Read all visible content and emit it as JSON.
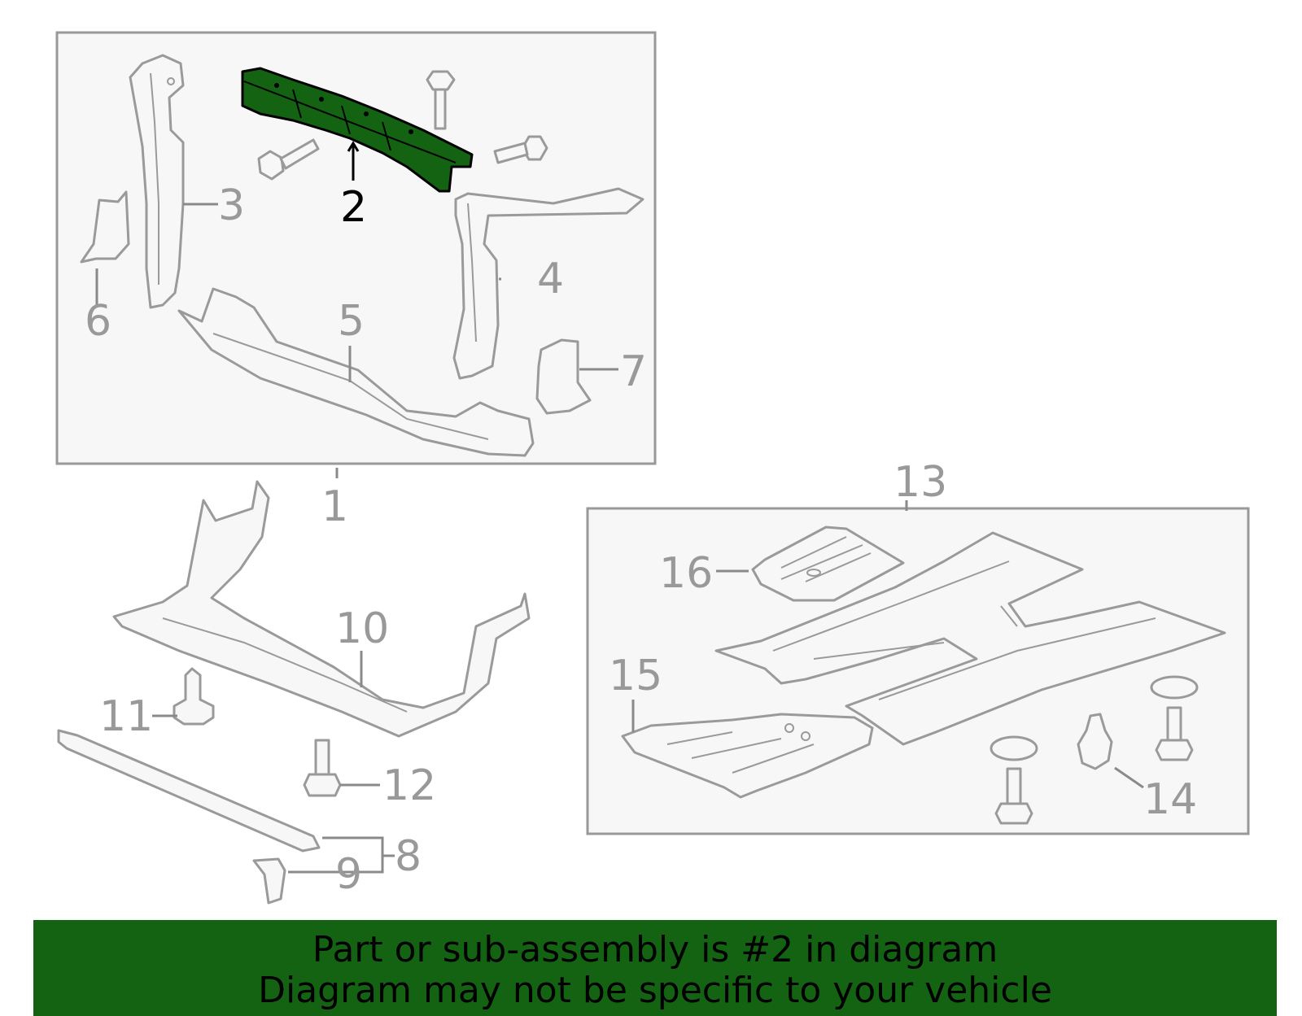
{
  "diagram": {
    "highlighted_part": "2",
    "highlight_color": "#136313",
    "line_color": "#9a9a9a",
    "box_color": "#f7f7f7",
    "callouts": {
      "c1": "1",
      "c2": "2",
      "c3": "3",
      "c4": "4",
      "c5": "5",
      "c6": "6",
      "c7": "7",
      "c8": "8",
      "c9": "9",
      "c10": "10",
      "c11": "11",
      "c12": "12",
      "c13": "13",
      "c14": "14",
      "c15": "15",
      "c16": "16"
    }
  },
  "banner": {
    "line1": "Part or sub-assembly is #2 in diagram",
    "line2": "Diagram may not be specific to your vehicle",
    "background": "#136313"
  }
}
